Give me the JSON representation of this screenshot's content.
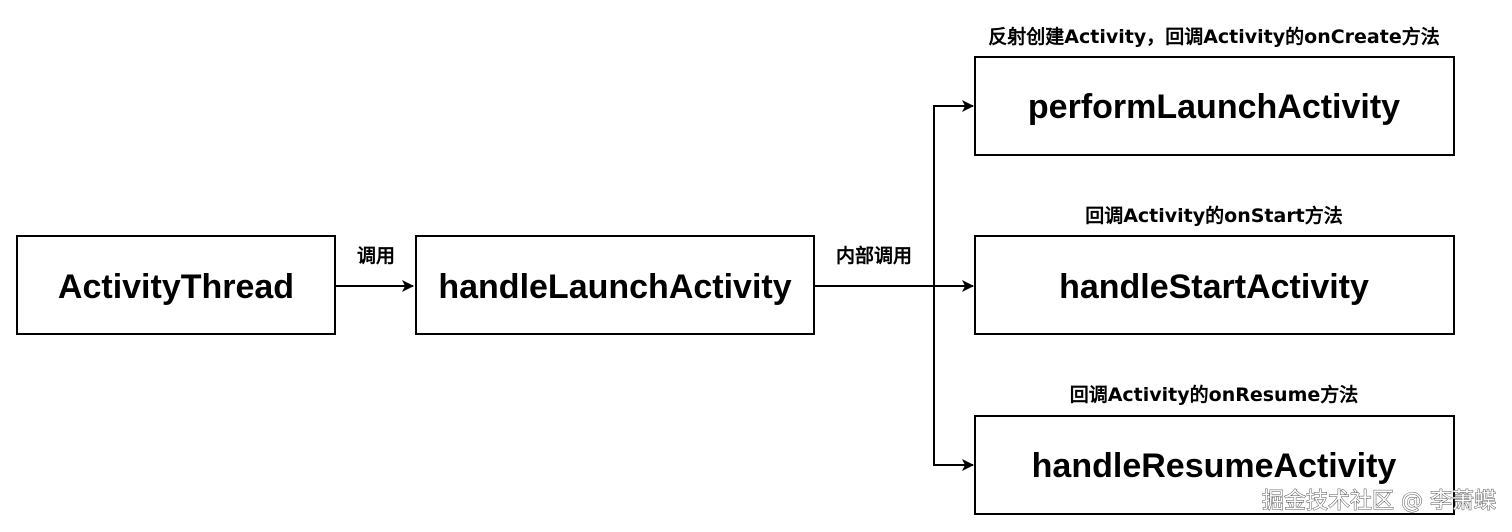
{
  "nodes": {
    "activity_thread": "ActivityThread",
    "handle_launch": "handleLaunchActivity",
    "perform_launch": "performLaunchActivity",
    "handle_start": "handleStartActivity",
    "handle_resume": "handleResumeActivity"
  },
  "edge_labels": {
    "call": "调用",
    "internal_call": "内部调用"
  },
  "annotations": {
    "perform_launch": "反射创建Activity，回调Activity的onCreate方法",
    "handle_start": "回调Activity的onStart方法",
    "handle_resume": "回调Activity的onResume方法"
  },
  "watermark": "掘金技术社区 @ 李萧蝶"
}
